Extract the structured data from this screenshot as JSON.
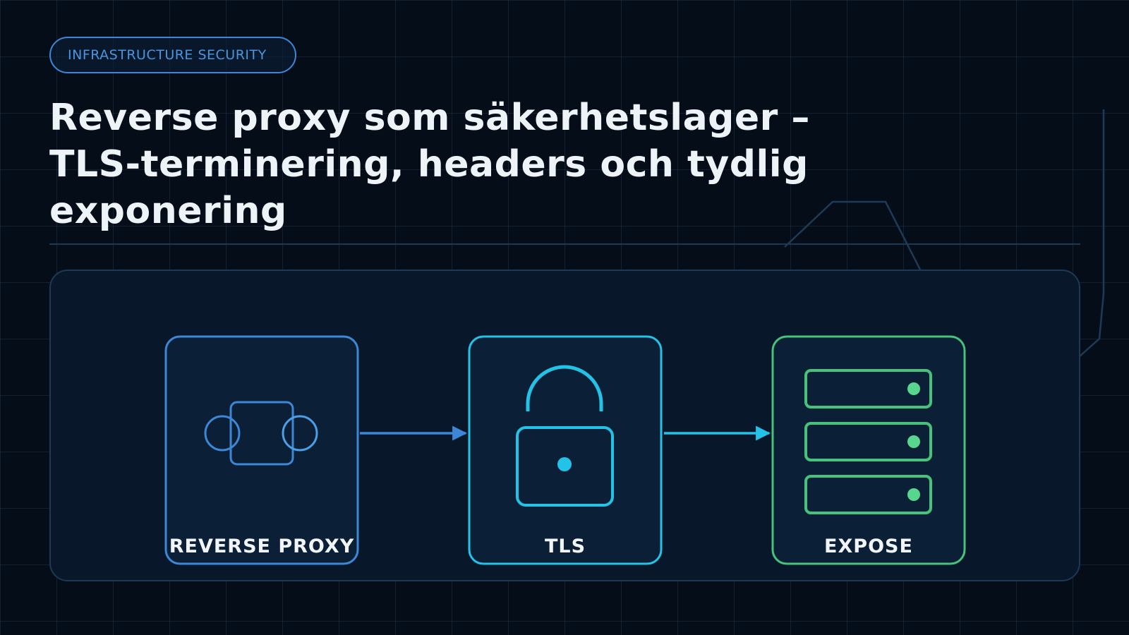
{
  "badge": {
    "label": "INFRASTRUCTURE SECURITY"
  },
  "title": "Reverse proxy som säkerhetslager – TLS-terminering, headers och tydlig exponering",
  "diagram": {
    "nodes": [
      {
        "label": "REVERSE PROXY",
        "icon": "reverse-proxy-icon",
        "color": "#3d87d6"
      },
      {
        "label": "TLS",
        "icon": "padlock-icon",
        "color": "#22c3e6"
      },
      {
        "label": "EXPOSE",
        "icon": "server-stack-icon",
        "color": "#46c27a"
      }
    ],
    "arrow_colors": [
      "#3d87d6",
      "#22c3e6"
    ],
    "server_light_color": "#58d68d"
  },
  "colors": {
    "background": "#050e18",
    "panel": "#08182a",
    "node_fill": "#0b1f36",
    "title": "#eef3f8"
  }
}
